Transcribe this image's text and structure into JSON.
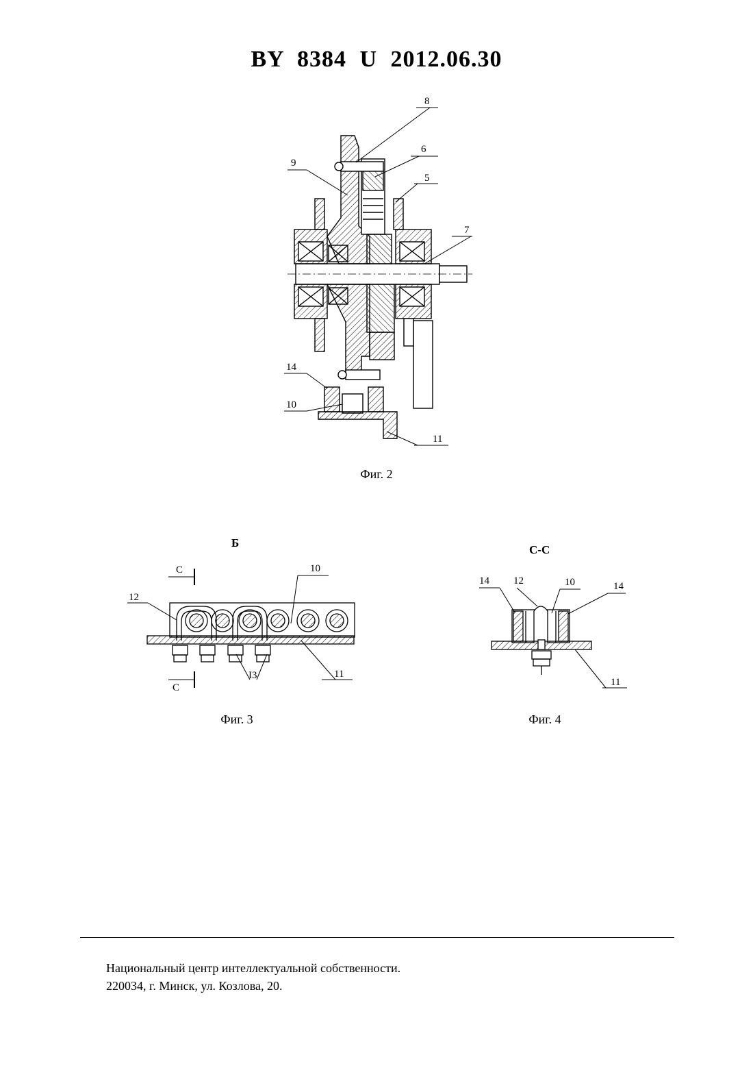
{
  "header": {
    "title": "BY 8384 U 2012.06.30"
  },
  "fig2": {
    "caption": "Фиг. 2",
    "labels": {
      "l8": "8",
      "l6": "6",
      "l9": "9",
      "l5": "5",
      "l7": "7",
      "l14": "14",
      "l10": "10",
      "l11": "11"
    }
  },
  "fig3": {
    "caption": "Фиг. 3",
    "title": "Б",
    "labels": {
      "c_top": "C",
      "c_bottom": "C",
      "l10": "10",
      "l12": "12",
      "l13": "I3",
      "l11": "11"
    }
  },
  "fig4": {
    "caption": "Фиг. 4",
    "title": "C-C",
    "labels": {
      "l14a": "14",
      "l12": "12",
      "l10": "10",
      "l14b": "14",
      "l11": "11"
    }
  },
  "footer": {
    "line1": "Национальный центр интеллектуальной собственности.",
    "line2": "220034, г. Минск, ул. Козлова, 20."
  }
}
